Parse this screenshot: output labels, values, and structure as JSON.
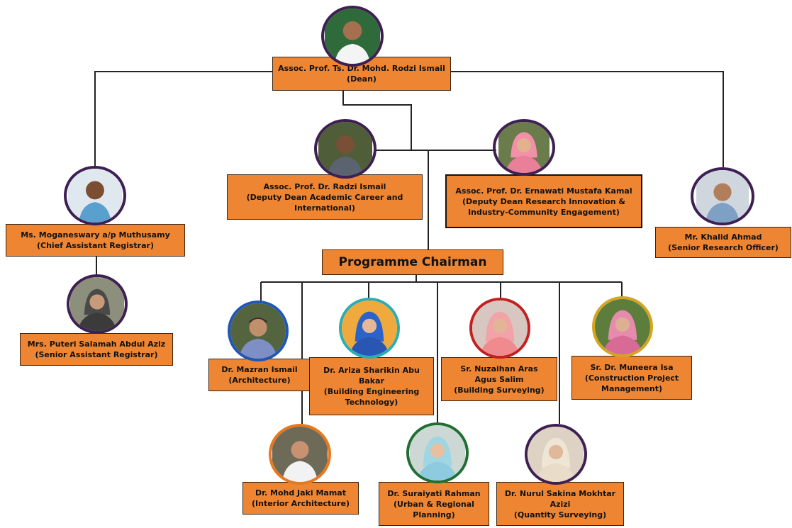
{
  "colors": {
    "box_fill": "#ee8533",
    "line": "#222222",
    "ring_purple": "#3e1f52",
    "ring_blue": "#1f57b8",
    "ring_teal": "#2aaeb3",
    "ring_red": "#c22020",
    "ring_gold": "#d4a521",
    "ring_orange": "#e8781d",
    "ring_green": "#1f6f35"
  },
  "dean": {
    "line1": "Assoc. Prof. Ts. Dr. Mohd. Rodzi Ismail",
    "line2": "(Dean)"
  },
  "deputy_academic": {
    "line1": "Assoc. Prof. Dr. Radzi Ismail",
    "line2": "(Deputy Dean Academic Career and\nInternational)"
  },
  "deputy_research": {
    "line1": "Assoc. Prof. Dr. Ernawati Mustafa Kamal",
    "line2": "(Deputy Dean Research Innovation &\nIndustry-Community Engagement)"
  },
  "chief_registrar": {
    "line1": "Ms. Moganeswary a/p Muthusamy",
    "line2": "(Chief Assistant Registrar)"
  },
  "senior_registrar": {
    "line1": "Mrs. Puteri Salamah Abdul Aziz",
    "line2": "(Senior Assistant Registrar)"
  },
  "research_officer": {
    "line1": "Mr. Khalid Ahmad",
    "line2": "(Senior Research Officer)"
  },
  "programme_chairman": {
    "heading": "Programme Chairman"
  },
  "chairmen": [
    {
      "text": "Dr. Mazran Ismail\n(Architecture)"
    },
    {
      "text": "Dr. Ariza Sharikin Abu\nBakar\n(Building Engineering\nTechnology)"
    },
    {
      "text": "Sr. Nuzaihan Aras\nAgus Salim\n(Building Surveying)"
    },
    {
      "text": "Sr. Dr. Muneera Isa\n(Construction Project\nManagement)"
    },
    {
      "text": "Dr. Mohd Jaki Mamat\n(Interior Architecture)"
    },
    {
      "text": "Dr. Suraiyati Rahman\n(Urban & Regional\nPlanning)"
    },
    {
      "text": "Dr. Nurul Sakina Mokhtar\nAzizi\n(Quantity Surveying)"
    }
  ]
}
